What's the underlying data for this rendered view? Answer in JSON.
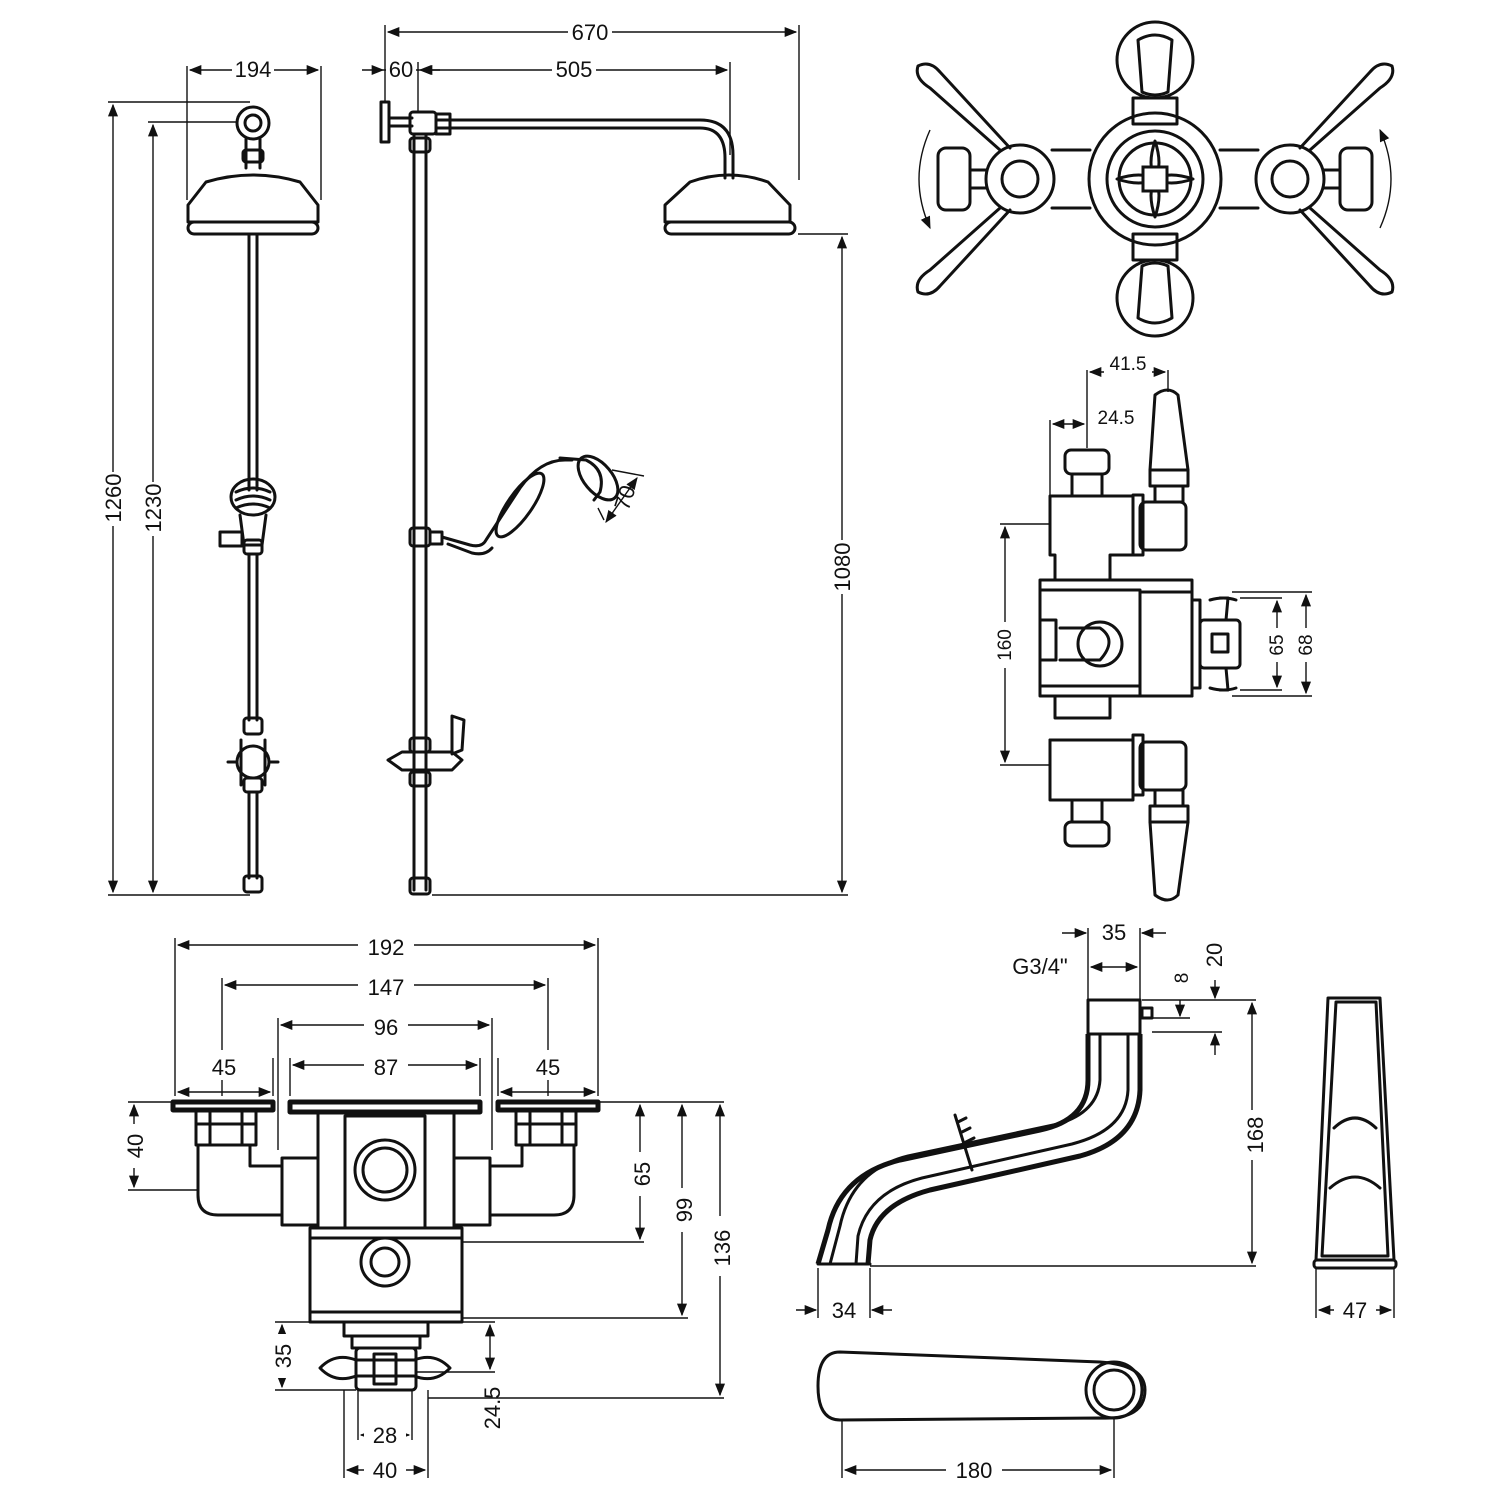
{
  "labels": {
    "riser_front_width": "194",
    "riser_side_total": "670",
    "riser_side_offset": "60",
    "riser_side_arm": "505",
    "riser_total_height": "1260",
    "riser_inner_height": "1230",
    "riser_side_height": "1080",
    "handset_head": "70",
    "valve_top_gap": "41.5",
    "valve_top_inner": "24.5",
    "valve_side_height": "160",
    "valve_knob_inner": "65",
    "valve_knob_outer": "68",
    "plan_overall": "192",
    "plan_centres": "147",
    "plan_body_outer": "96",
    "plan_body_inner": "87",
    "plan_left_elbow": "45",
    "plan_right_elbow": "45",
    "plan_elbow_depth": "40",
    "plan_inlet_depth": "65",
    "plan_body_depth": "99",
    "plan_total_depth": "136",
    "plan_knob_depth": "35",
    "plan_knob_inner_depth": "24.5",
    "plan_knob_inner_width": "28",
    "plan_knob_width": "40",
    "spout_thread_width": "35",
    "spout_thread": "G3/4\"",
    "spout_top_offset": "20",
    "spout_nut": "8",
    "spout_height": "168",
    "spout_tip": "34",
    "spout_front_width": "47",
    "spout_projection": "180"
  }
}
